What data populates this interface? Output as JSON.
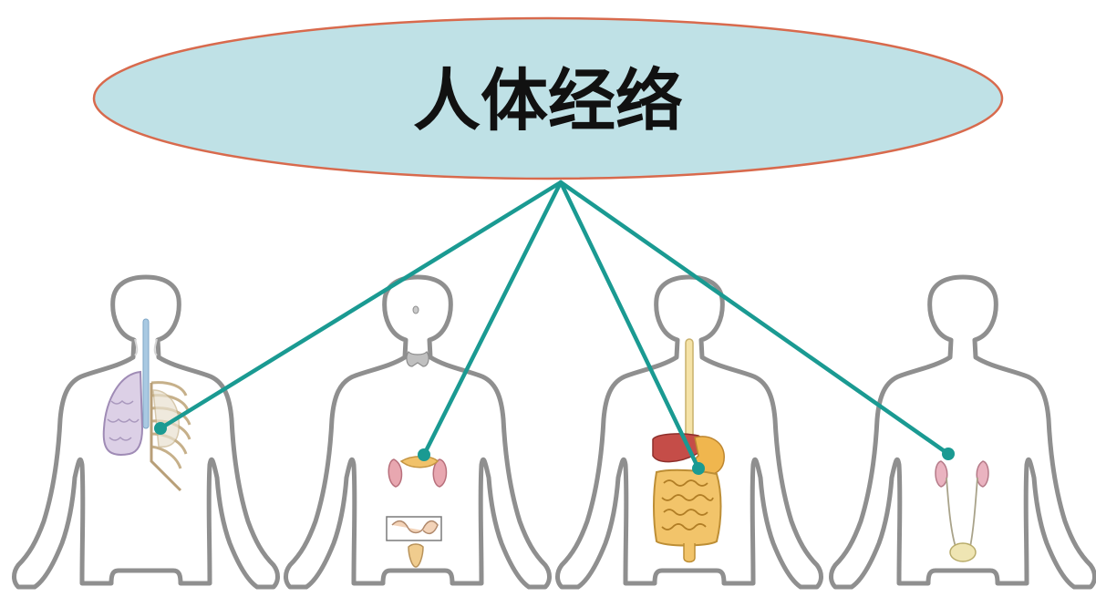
{
  "title": "人体经络",
  "colors": {
    "ellipse_fill": "#bfe1e6",
    "ellipse_stroke": "#d86a4d",
    "connector": "#1a9a92",
    "body_outline": "#8f8f8f"
  },
  "figures": [
    {
      "name": "respiratory-system",
      "organs": [
        "lungs",
        "trachea",
        "ribcage"
      ]
    },
    {
      "name": "endocrine-system",
      "organs": [
        "pituitary",
        "thyroid",
        "adrenals",
        "pancreas",
        "ovaries"
      ]
    },
    {
      "name": "digestive-system",
      "organs": [
        "esophagus",
        "liver",
        "stomach",
        "small-intestine",
        "large-intestine"
      ]
    },
    {
      "name": "urinary-system",
      "organs": [
        "kidneys",
        "ureters",
        "bladder"
      ]
    }
  ]
}
